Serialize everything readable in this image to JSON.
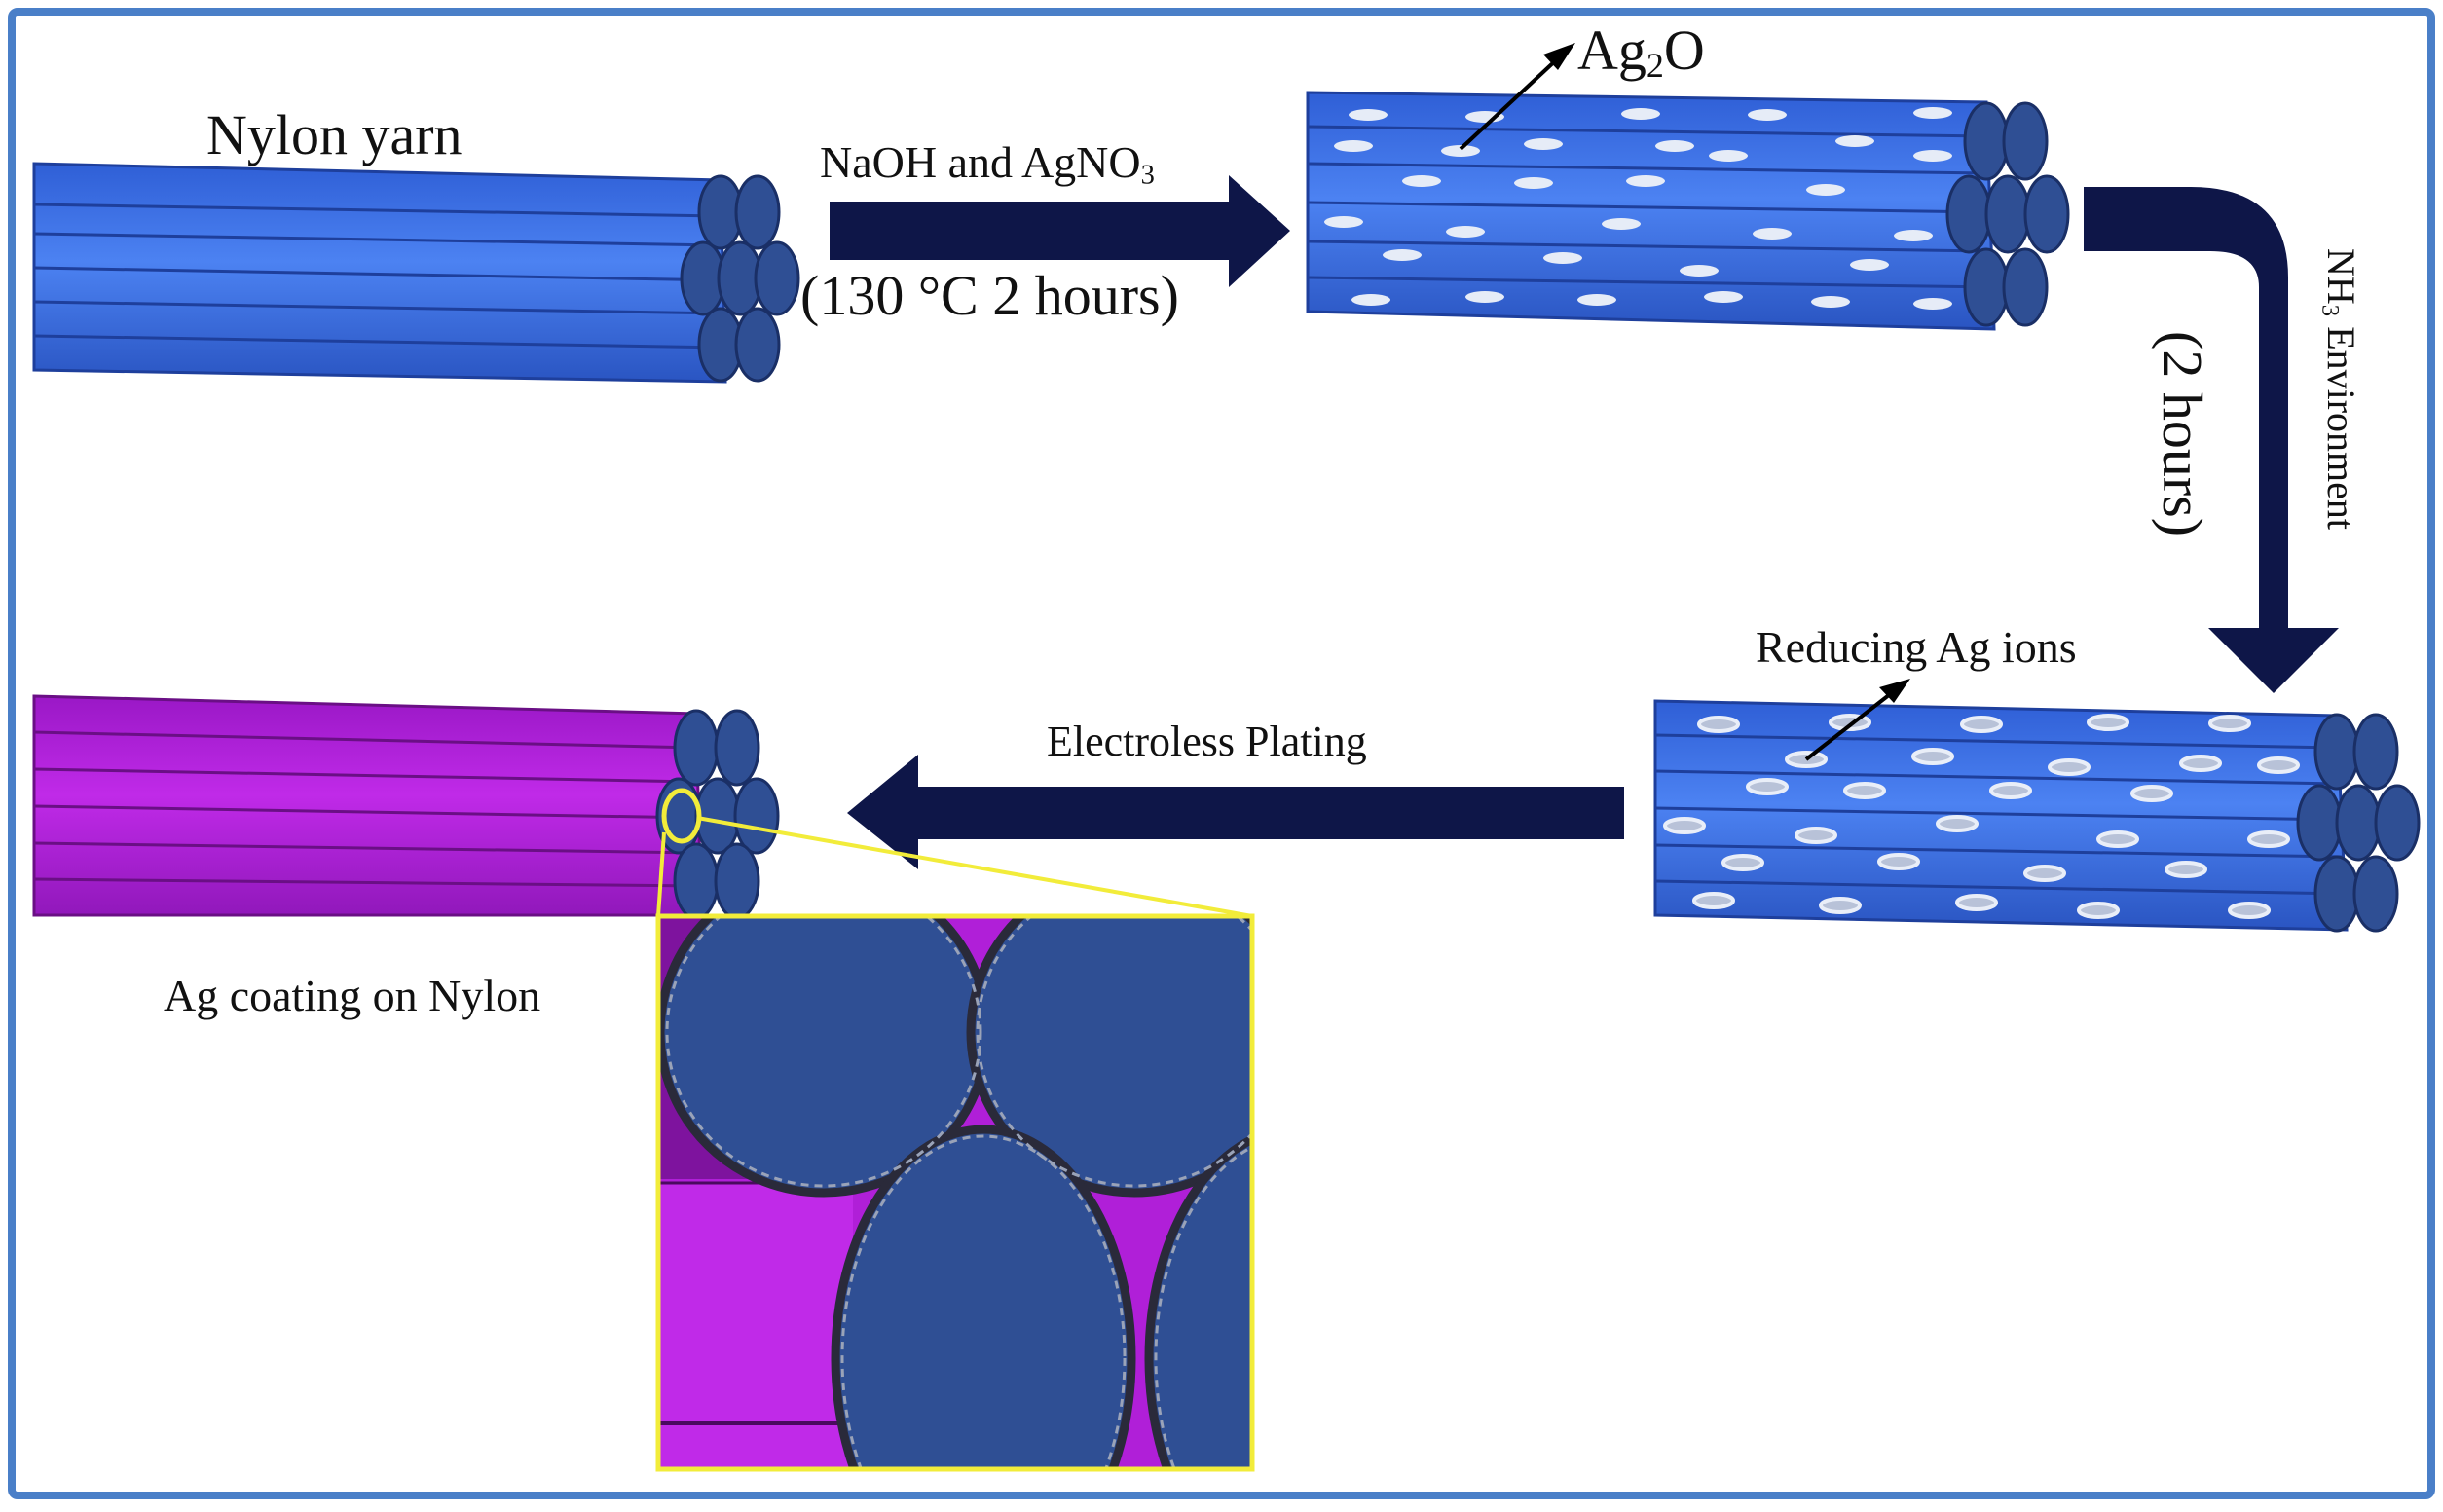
{
  "colors": {
    "frame": "#4a7fc8",
    "fiber_blue": "#3b6fe6",
    "fiber_blue_edge": "#1e3f9c",
    "fiber_end": "#2f4f94",
    "coated_magenta": "#b81de6",
    "coated_magenta_dark": "#8a16ad",
    "arrow_navy": "#0e1648",
    "zoom_frame": "#f2ec3a",
    "particle": "#e6ecf7"
  },
  "labels": {
    "nylon_yarn": "Nylon yarn",
    "step1_reagents": "NaOH and AgNO",
    "step1_reagents_sub": "3",
    "step1_conditions": "(130 °C  2 hours)",
    "ag2o_main": "Ag",
    "ag2o_sub": "2",
    "ag2o_tail": "O",
    "step2_env_main": "NH",
    "step2_env_sub": "3",
    "step2_env_tail": " Environment",
    "step2_time": "(2 hours)",
    "reducing_ag": "Reducing Ag ions",
    "step3": "Electroless Plating",
    "final_product": "Ag coating on Nylon"
  }
}
